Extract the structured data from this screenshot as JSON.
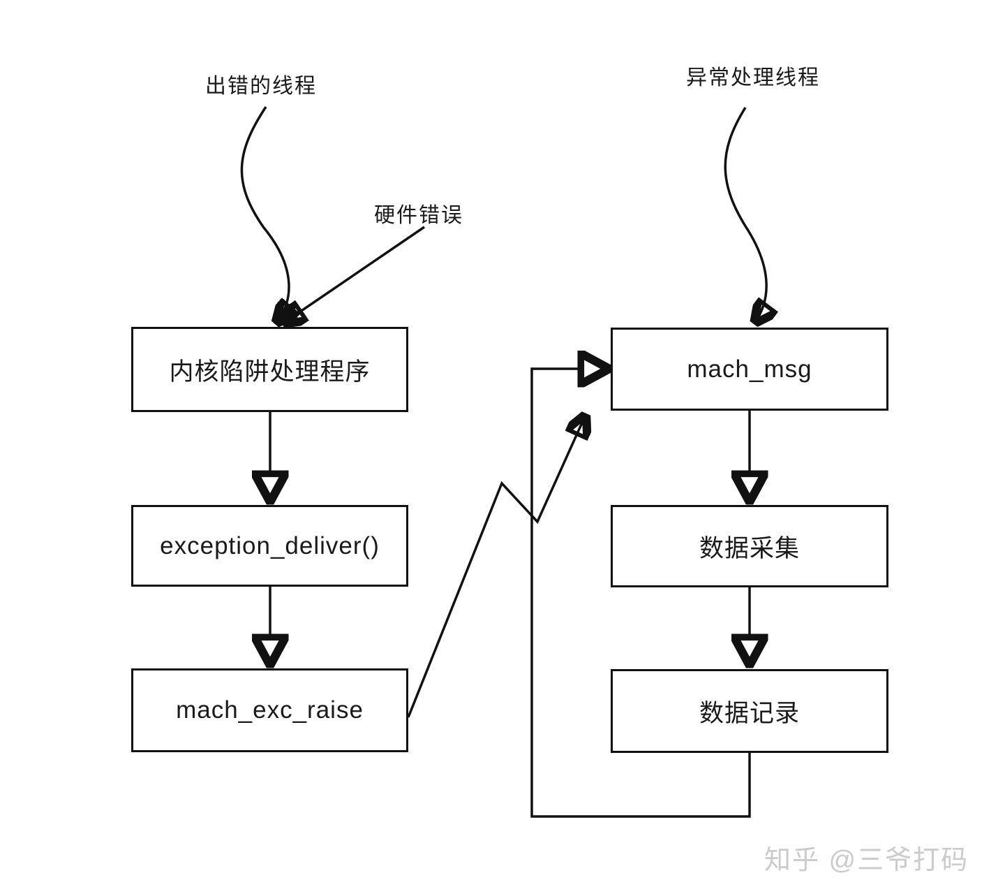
{
  "canvas": {
    "background": "#ffffff",
    "ink": "#111111"
  },
  "annotations": {
    "faulting_thread": "出错的线程",
    "hardware_error": "硬件错误",
    "exception_thread": "异常处理线程"
  },
  "nodes": {
    "kernel_trap_handler": "内核陷阱处理程序",
    "exception_deliver": "exception_deliver()",
    "mach_exc_raise": "mach_exc_raise",
    "mach_msg": "mach_msg",
    "data_collection": "数据采集",
    "data_recording": "数据记录"
  },
  "watermark": {
    "text": "知乎 @三爷打码",
    "color": "#cbcbcb"
  }
}
